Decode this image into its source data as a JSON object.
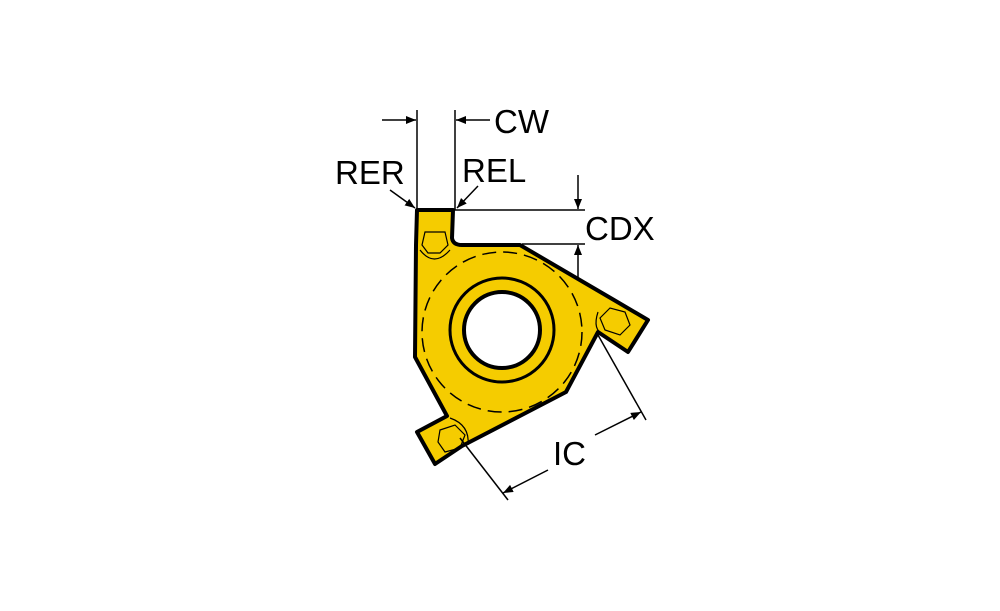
{
  "labels": {
    "cw": "CW",
    "rer": "RER",
    "rel": "REL",
    "cdx": "CDX",
    "ic": "IC"
  },
  "colors": {
    "insert_fill": "#f5cc00",
    "outline": "#000000",
    "background": "#ffffff"
  }
}
